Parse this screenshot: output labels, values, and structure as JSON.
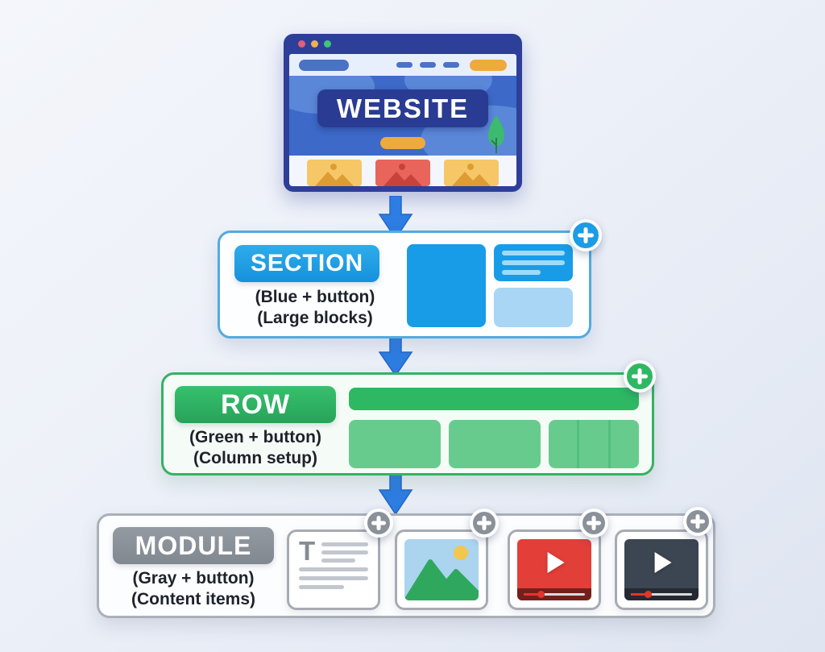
{
  "website": {
    "title": "WEBSITE"
  },
  "section": {
    "label": "SECTION",
    "note1": "(Blue + button)",
    "note2": "(Large blocks)"
  },
  "row": {
    "label": "ROW",
    "note1": "(Green + button)",
    "note2": "(Column setup)"
  },
  "module": {
    "label": "MODULE",
    "note1": "(Gray + button)",
    "note2": "(Content items)",
    "text_glyph": "T"
  },
  "icons": {
    "plus": "+",
    "play": "triangle",
    "image_placeholder": "mountains-with-sun",
    "text_module": "T-with-lines"
  },
  "colors": {
    "blue_accent": "#1b9ce4",
    "light_blue_block": "#a9d6f4",
    "green_accent": "#2eb863",
    "light_green_block": "#67cb8e",
    "gray_accent": "#8b9199",
    "arrow_blue": "#2d7de2",
    "browser_frame": "#2d3f99",
    "hero_blue": "#3d69c8",
    "navy_badge": "#293b92",
    "orange_pill": "#f0a93c",
    "card_orange": "#f6c766",
    "card_red": "#e9655c",
    "video_red": "#e23f39",
    "video_dark": "#3c4552",
    "image_sky": "#abd4ef",
    "image_green": "#2fa85e",
    "sun_yellow": "#f3c64d"
  }
}
